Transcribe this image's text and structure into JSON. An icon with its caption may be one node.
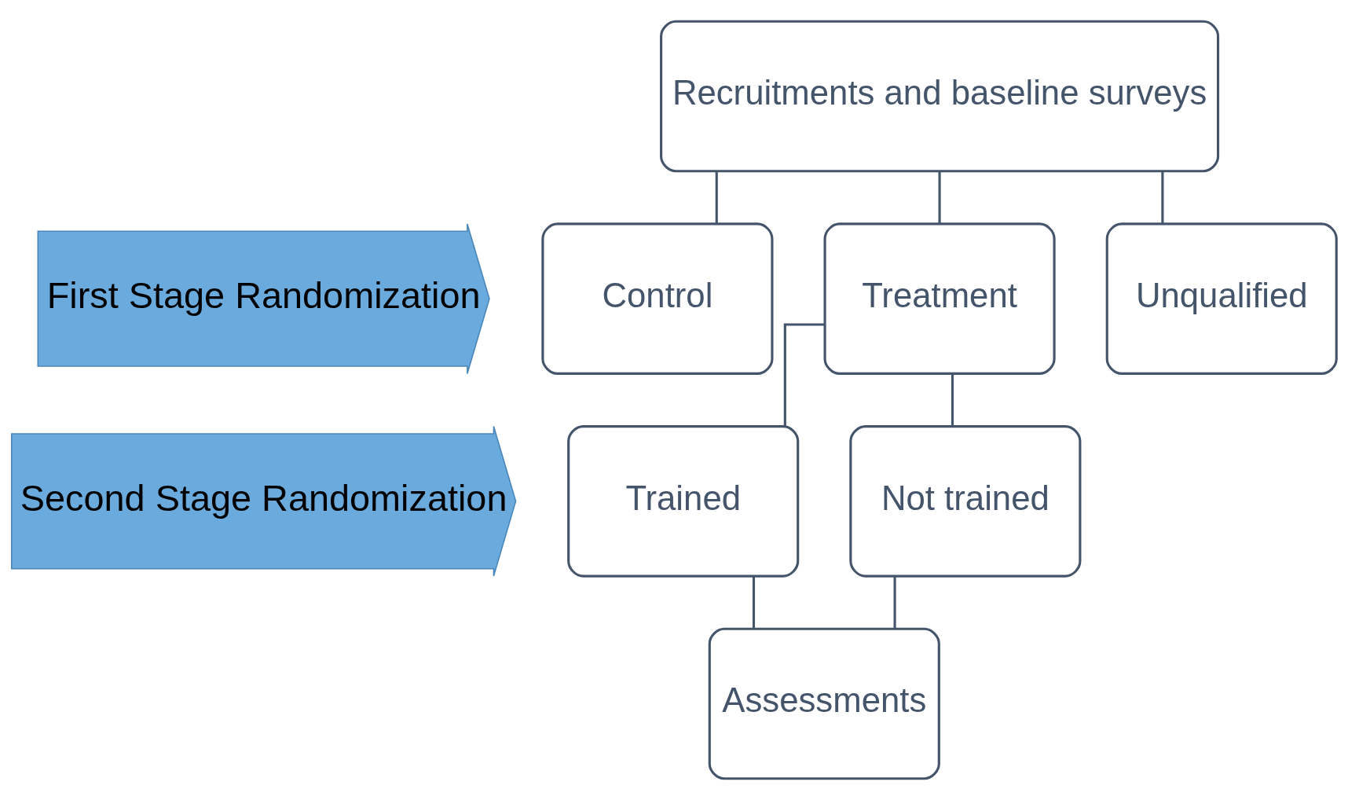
{
  "diagram": {
    "nodes": [
      {
        "text": [
          "Recruitments and baseline surveys"
        ]
      },
      {
        "text": [
          "Control"
        ]
      },
      {
        "text": [
          "Treatment"
        ]
      },
      {
        "text": [
          "Unqualified"
        ]
      },
      {
        "text": [
          "Trained"
        ]
      },
      {
        "text": [
          "Not trained"
        ]
      },
      {
        "text": [
          "Assessments"
        ]
      },
      {
        "text": [
          "First Stage Randomization"
        ]
      },
      {
        "text": [
          "Second Stage Randomization"
        ]
      }
    ],
    "edges": [
      {
        "from": 0,
        "to": 1,
        "arrow": "none"
      },
      {
        "from": 0,
        "to": 2,
        "arrow": "none"
      },
      {
        "from": 0,
        "to": 3,
        "arrow": "none"
      },
      {
        "from": 2,
        "to": 4,
        "arrow": "none"
      },
      {
        "from": 2,
        "to": 5,
        "arrow": "none"
      },
      {
        "from": 4,
        "to": 6,
        "arrow": "none"
      },
      {
        "from": 5,
        "to": 6,
        "arrow": "none"
      }
    ]
  }
}
